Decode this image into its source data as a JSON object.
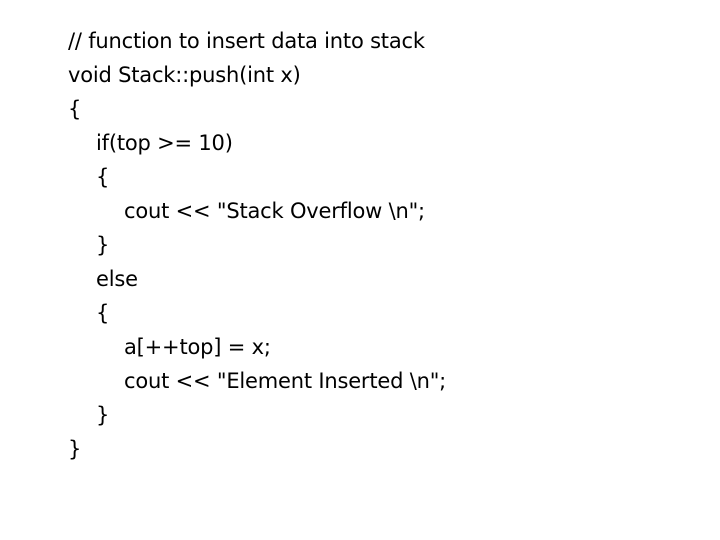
{
  "slide": {
    "background_color": "#ffffff",
    "text_color": "#000000",
    "language": "cpp",
    "code_lines": [
      {
        "text": "// function to insert data into stack",
        "indent": 0
      },
      {
        "text": "void Stack::push(int x)",
        "indent": 0
      },
      {
        "text": "{",
        "indent": 0
      },
      {
        "text": "if(top >= 10)",
        "indent": 1
      },
      {
        "text": "{",
        "indent": 1
      },
      {
        "text": "cout << \"Stack Overflow \\n\";",
        "indent": 2
      },
      {
        "text": "}",
        "indent": 1
      },
      {
        "text": "else",
        "indent": 1
      },
      {
        "text": "{",
        "indent": 1
      },
      {
        "text": "a[++top] = x;",
        "indent": 2
      },
      {
        "text": "cout << \"Element Inserted \\n\";",
        "indent": 2
      },
      {
        "text": "}",
        "indent": 1
      },
      {
        "text": "}",
        "indent": 0
      }
    ]
  }
}
